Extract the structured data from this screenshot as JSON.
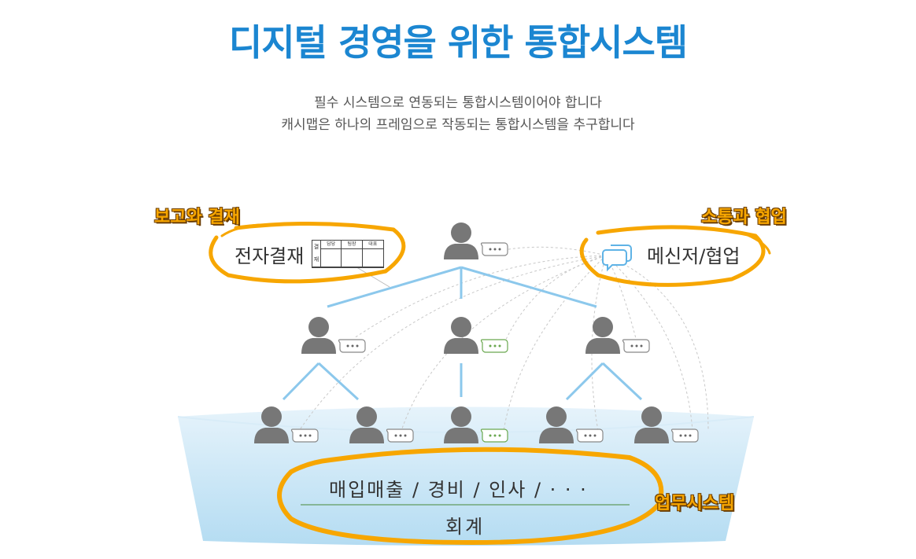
{
  "title": "디지털 경영을 위한 통합시스템",
  "subtitle_line1": "필수 시스템으로 연동되는 통합시스템이어야 합니다",
  "subtitle_line2": "캐시맵은 하나의 프레임으로 작동되는 통합시스템을 추구합니다",
  "tags": {
    "approval": "보고와 결재",
    "collaboration": "소통과 협업",
    "business_system": "업무시스템"
  },
  "e_approval": {
    "label": "전자결재",
    "stamp_side_top": "결",
    "stamp_side_bottom": "재",
    "stamp_headers": [
      "담당",
      "팀장",
      "대표"
    ]
  },
  "messenger": {
    "label": "메신저/협업",
    "icon": "chat-bubbles-icon"
  },
  "business": {
    "modules": "매입매출 / 경비 / 인사 / · · ·",
    "accounting": "회계"
  },
  "colors": {
    "title": "#1b86d1",
    "accent_ring": "#f7a600",
    "connector": "#8cc8ec",
    "person": "#777777",
    "basin": "#c5e3f5"
  }
}
